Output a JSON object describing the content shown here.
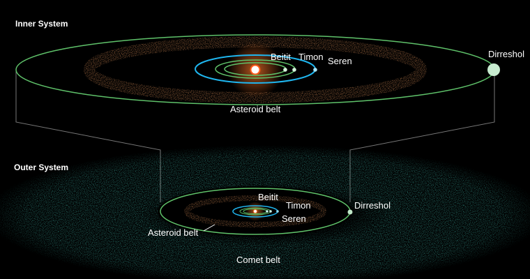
{
  "colors": {
    "orbit_green": "#5fc26a",
    "orbit_blue": "#1fb6ef",
    "asteroid": "#b8784a",
    "comet": "#3aa59a",
    "sun": "#ff7a2a"
  },
  "inner": {
    "title": "Inner System",
    "planets": [
      "Beitit",
      "Timon",
      "Seren",
      "Dirreshol"
    ],
    "belt_label": "Asteroid belt"
  },
  "outer": {
    "title": "Outer System",
    "planets": [
      "Beitit",
      "Timon",
      "Seren",
      "Dirreshol"
    ],
    "asteroid_label": "Asteroid belt",
    "comet_label": "Comet belt"
  }
}
